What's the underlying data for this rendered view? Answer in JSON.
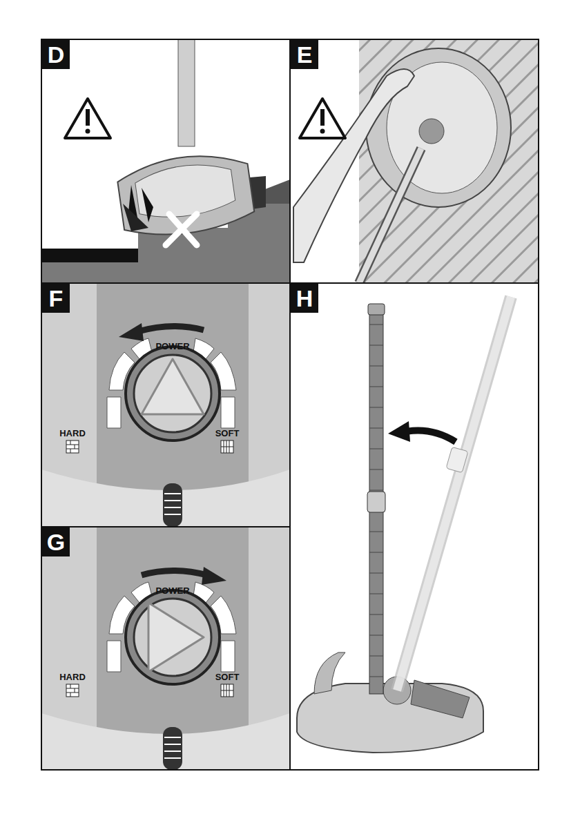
{
  "diagram": {
    "nodes": [
      {
        "text": [
          "D"
        ]
      },
      {
        "text": [
          "E"
        ]
      },
      {
        "text": [
          "F"
        ]
      },
      {
        "text": [
          "H"
        ]
      },
      {
        "text": [
          "G"
        ]
      }
    ],
    "labels": [
      "POWER",
      "HARD",
      "SOFT",
      "POWER",
      "HARD",
      "SOFT"
    ]
  }
}
